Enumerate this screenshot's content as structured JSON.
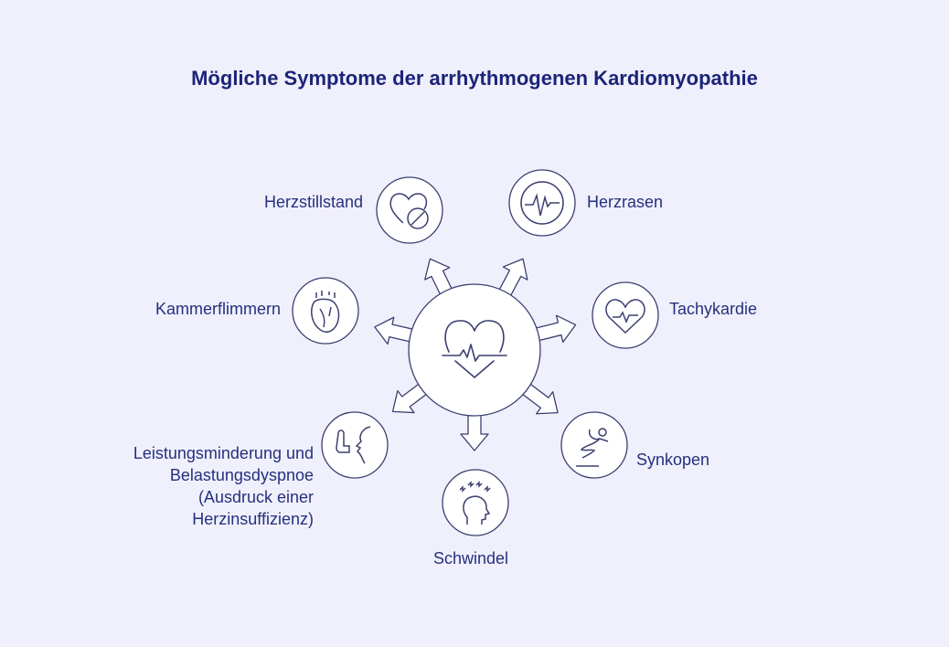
{
  "title": "Mögliche Symptome der arrhythmogenen Kardiomyopathie",
  "colors": {
    "background": "#f0f0fc",
    "line": "#3b3f70",
    "text": "#25307e",
    "title": "#1c2478"
  },
  "center_icon": "heart-ecg-icon",
  "symptoms": [
    {
      "label": "Herzstillstand",
      "icon": "heart-blocked-icon"
    },
    {
      "label": "Herzrasen",
      "icon": "ecg-pulse-icon"
    },
    {
      "label": "Tachykardie",
      "icon": "heart-pulse-icon"
    },
    {
      "label": "Synkopen",
      "icon": "falling-person-icon"
    },
    {
      "label": "Schwindel",
      "icon": "dizzy-head-icon"
    },
    {
      "label_lines": [
        "Leistungsminderung und",
        "Belastungsdyspnoe",
        "(Ausdruck einer",
        "Herzinsuffizienz)"
      ],
      "icon": "inhaler-breath-icon"
    },
    {
      "label": "Kammerflimmern",
      "icon": "anatomical-heart-icon"
    }
  ]
}
